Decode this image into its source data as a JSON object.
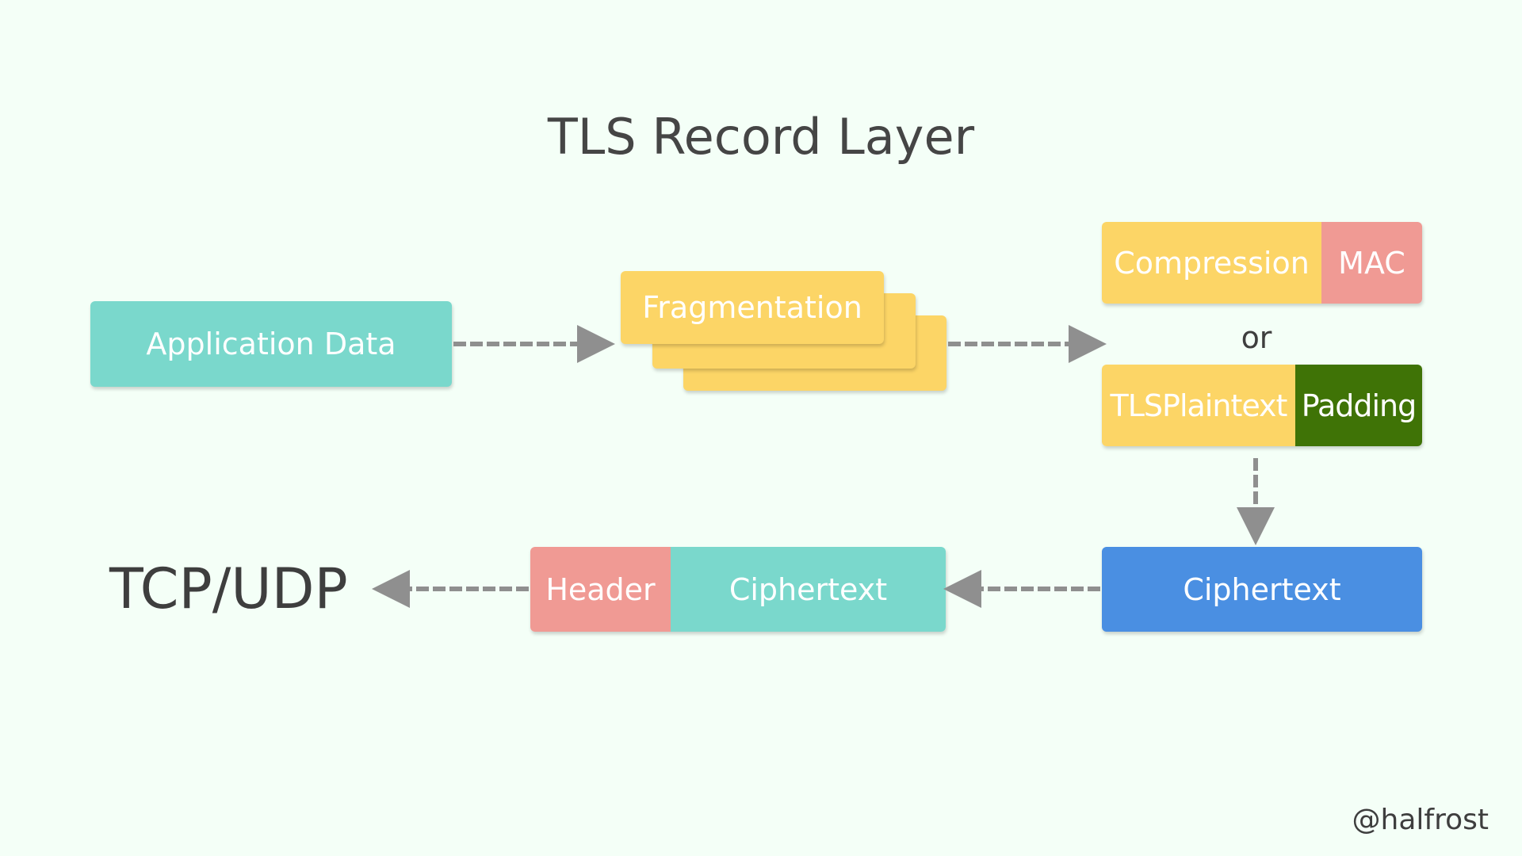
{
  "title": "TLS Record Layer",
  "application_data": "Application Data",
  "fragmentation": "Fragmentation",
  "compression_row": {
    "compression": "Compression",
    "mac": "MAC"
  },
  "or_label": "or",
  "plaintext_row": {
    "tlsplaintext": "TLSPlaintext",
    "padding": "Padding"
  },
  "ciphertext_box": "Ciphertext",
  "record": {
    "header": "Header",
    "ciphertext": "Ciphertext"
  },
  "tcp_udp": "TCP/UDP",
  "credit": "@halfrost",
  "colors": {
    "background": "#f4fff7",
    "teal": "#7ad8cc",
    "yellow": "#fcd566",
    "pink": "#f09a94",
    "green": "#3f7306",
    "blue": "#4a8fe2",
    "arrow": "#8f8f8f",
    "text_dark": "#454545"
  }
}
